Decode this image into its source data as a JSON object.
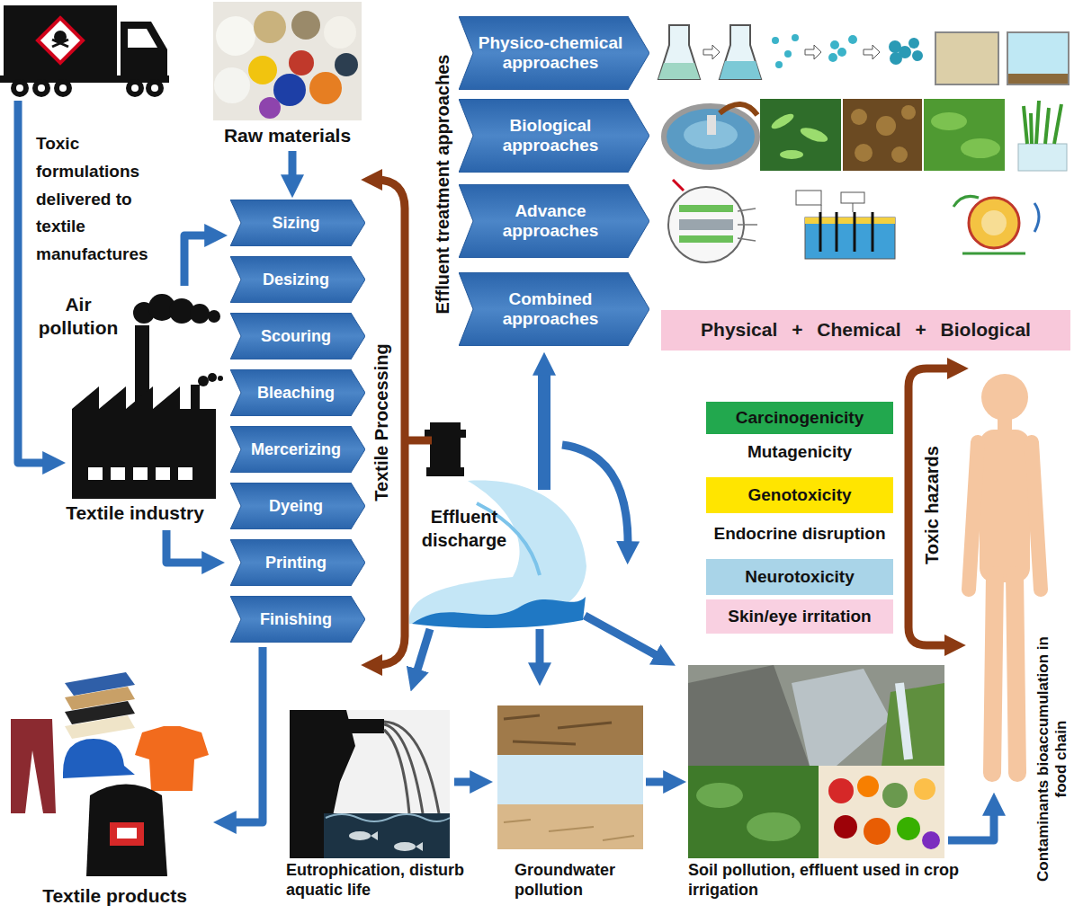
{
  "diagram": {
    "nodes": [
      {
        "text": [
          "Sizing"
        ]
      },
      {
        "text": [
          "Desizing"
        ]
      },
      {
        "text": [
          "Scouring"
        ]
      },
      {
        "text": [
          "Bleaching"
        ]
      },
      {
        "text": [
          "Mercerizing"
        ]
      },
      {
        "text": [
          "Dyeing"
        ]
      },
      {
        "text": [
          "Printing"
        ]
      },
      {
        "text": [
          "Finishing"
        ]
      },
      {
        "text": [
          "Physico-chemical approaches"
        ]
      },
      {
        "text": [
          "Biological approaches"
        ]
      },
      {
        "text": [
          "Advance approaches"
        ]
      },
      {
        "text": [
          "Combined approaches"
        ]
      },
      {
        "text": [
          "Physical + Chemical + Biological"
        ]
      },
      {
        "text": [
          "Carcinogenicity"
        ]
      },
      {
        "text": [
          "Genotoxicity"
        ]
      },
      {
        "text": [
          "Neurotoxicity"
        ]
      },
      {
        "text": [
          "Skin/eye irritation"
        ]
      }
    ],
    "labels": [
      "Toxic formulations delivered to textile manufactures",
      "Raw materials",
      "Air pollution",
      "Textile industry",
      "Textile Processing",
      "Effluent treatment approaches",
      "Effluent discharge",
      "Mutagenicity",
      "Endocrine disruption",
      "Toxic hazards",
      "Textile products",
      "Eutrophication, disturb aquatic life",
      "Groundwater pollution",
      "Soil pollution, effluent used in crop irrigation",
      "Contaminants bioaccumulation in food chain"
    ]
  }
}
